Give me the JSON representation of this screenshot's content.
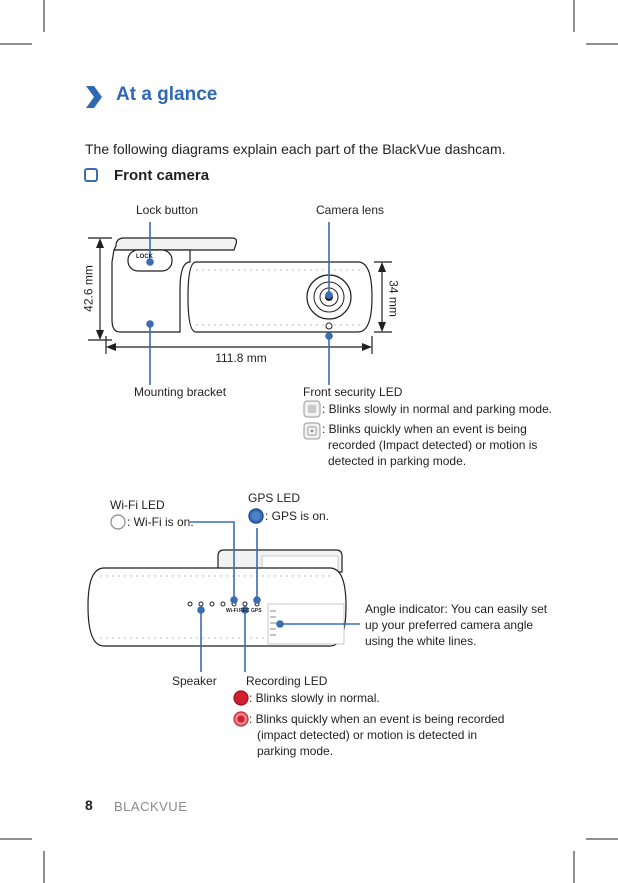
{
  "header": {
    "title": "At a glance"
  },
  "intro": "The following diagrams explain each part of the BlackVue dashcam.",
  "section": {
    "title": "Front camera"
  },
  "front_diagram": {
    "lock_button": "Lock button",
    "camera_lens": "Camera lens",
    "lock_text": "LOCK",
    "height_left": "42.6 mm",
    "height_right": "34 mm",
    "width": "111.8 mm",
    "mounting_bracket": "Mounting bracket",
    "front_security_led": {
      "label": "Front security LED",
      "slow": ": Blinks slowly in normal and parking mode.",
      "quick": [
        ": Blinks quickly when an event is being",
        "recorded (Impact detected) or motion is",
        "detected in parking mode."
      ]
    }
  },
  "side_diagram": {
    "wifi_led": {
      "label": "Wi-Fi LED",
      "desc": ": Wi-Fi is on."
    },
    "gps_led": {
      "label": "GPS LED",
      "desc": ": GPS is on."
    },
    "led_labels": [
      "Wi-Fi",
      "REC",
      "GPS"
    ],
    "angle_indicator": [
      "Angle indicator: You can easily set",
      "up your preferred camera angle",
      "using the white lines."
    ],
    "speaker": "Speaker",
    "recording_led": {
      "label": "Recording LED",
      "slow": ": Blinks slowly in normal.",
      "quick": [
        ": Blinks quickly when an event is being recorded",
        "(impact detected) or motion is detected in",
        "parking mode."
      ]
    }
  },
  "footer": {
    "page_number": "8",
    "brand": "BLACKVUE"
  },
  "colors": {
    "accent": "#2f68b3",
    "callout": "#3b6db3",
    "rec_red": "#d0202e",
    "gps_blue": "#3b6db3"
  }
}
